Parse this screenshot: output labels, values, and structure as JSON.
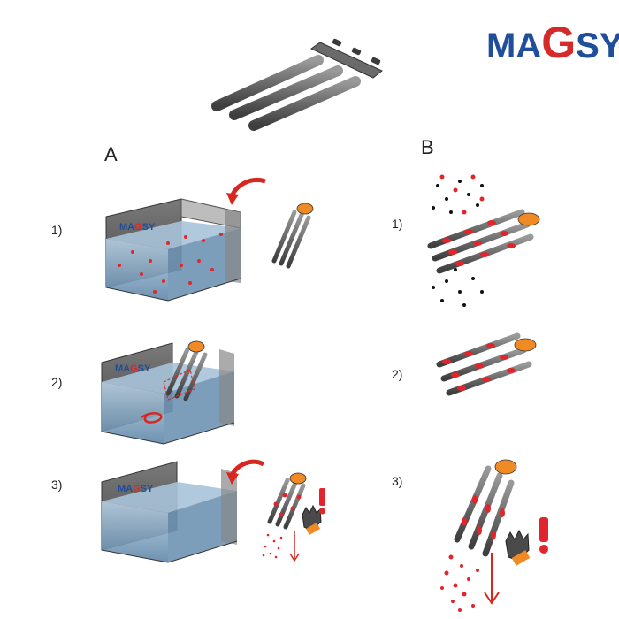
{
  "logo": {
    "prefix": "MA",
    "g": "G",
    "suffix": "SY",
    "blue": "#1f4e9a",
    "red": "#d42a2a"
  },
  "tank_logo": {
    "prefix": "MA",
    "g": "G",
    "suffix": "SY"
  },
  "sections": {
    "a": {
      "label": "A",
      "steps": [
        "1)",
        "2)",
        "3)"
      ]
    },
    "b": {
      "label": "B",
      "steps": [
        "1)",
        "2)",
        "3)"
      ]
    }
  },
  "colors": {
    "rod": "#6f6f6f",
    "particle_red": "#e0262c",
    "particle_black": "#111111",
    "arrow_red": "#d8271f",
    "glove_orange": "#f08a24",
    "glove_gray": "#4a4a4a",
    "liquid": "#8eb2cf",
    "tank_wall": "#666666"
  },
  "icons": [
    "magnetic-rod-assembly-icon",
    "hand-icon",
    "glove-icon",
    "warning-exclamation-icon",
    "curved-arrow-icon",
    "down-arrow-icon"
  ]
}
